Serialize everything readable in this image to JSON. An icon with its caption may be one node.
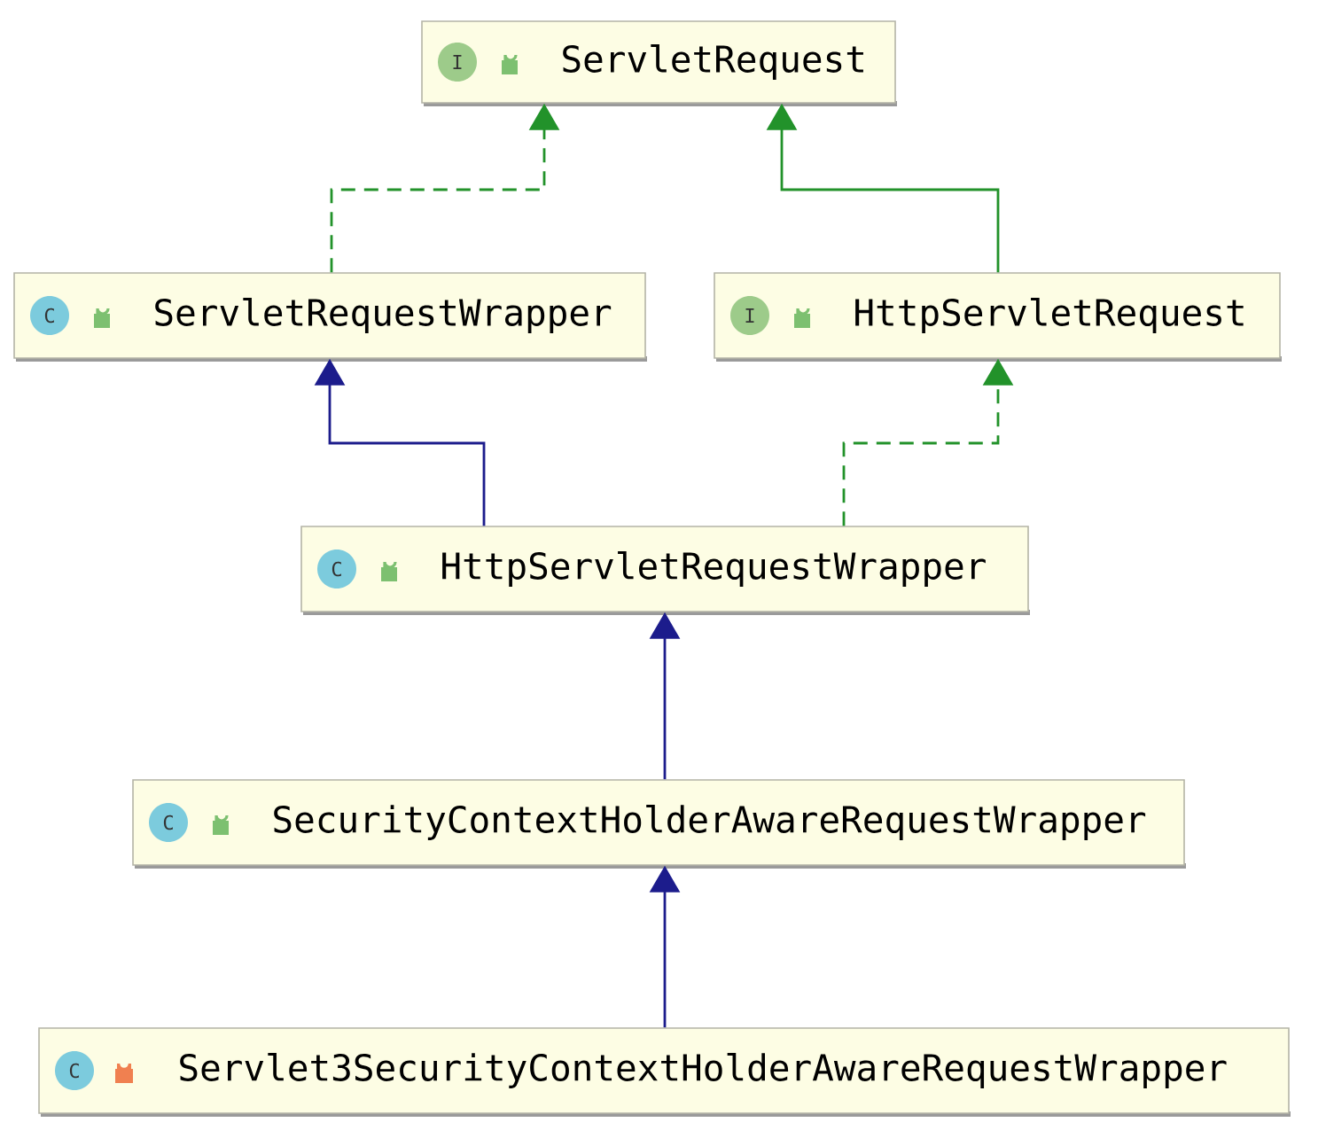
{
  "diagram": {
    "nodes": [
      {
        "text": [
          "I",
          "ServletRequest"
        ]
      },
      {
        "text": [
          "C",
          "ServletRequestWrapper"
        ]
      },
      {
        "text": [
          "I",
          "HttpServletRequest"
        ]
      },
      {
        "text": [
          "C",
          "HttpServletRequestWrapper"
        ]
      },
      {
        "text": [
          "C",
          "SecurityContextHolderAwareRequestWrapper"
        ]
      },
      {
        "text": [
          "C",
          "Servlet3SecurityContextHolderAwareRequestWrapper"
        ]
      }
    ],
    "edges": [
      {
        "from": 1,
        "to": 0,
        "arrow": "to",
        "style": "dashed",
        "color": "#22922a"
      },
      {
        "from": 2,
        "to": 0,
        "arrow": "to",
        "color": "#22922a"
      },
      {
        "from": 3,
        "to": 1,
        "arrow": "to",
        "color": "#1c1c8c"
      },
      {
        "from": 3,
        "to": 2,
        "arrow": "to",
        "style": "dashed",
        "color": "#22922a"
      },
      {
        "from": 4,
        "to": 3,
        "arrow": "to",
        "color": "#1c1c8c"
      },
      {
        "from": 5,
        "to": 4,
        "arrow": "to",
        "color": "#1c1c8c"
      }
    ]
  }
}
